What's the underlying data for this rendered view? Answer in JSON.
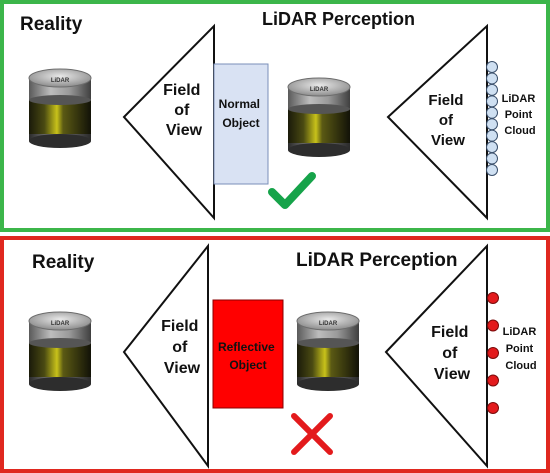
{
  "colors": {
    "correct_panel_border": "#3cb64a",
    "error_panel_border": "#e0281f",
    "normal_object_fill": "#d9e2f3",
    "reflective_object_fill": "#ff0000",
    "normal_point_fill": "#cfe0f2",
    "reflective_point_fill": "#e31a1c",
    "check_mark": "#16a34a",
    "cross_mark": "#e31a1c"
  },
  "icons": [
    "lidar-sensor-icon",
    "check-icon",
    "cross-icon"
  ],
  "top": {
    "reality_title": "Reality",
    "perception_title": "LiDAR Perception",
    "sensor_left_label": "LiDAR",
    "sensor_right_label": "LiDAR",
    "fov_left": [
      "Field",
      "of",
      "View"
    ],
    "fov_right": [
      "Field",
      "of",
      "View"
    ],
    "object_label": [
      "Normal",
      "Object"
    ],
    "cloud_label": [
      "LiDAR",
      "Point",
      "Cloud"
    ],
    "point_count": 10,
    "result": "check-icon"
  },
  "bottom": {
    "reality_title": "Reality",
    "perception_title": "LiDAR Perception",
    "sensor_left_label": "LiDAR",
    "sensor_right_label": "LiDAR",
    "fov_left": [
      "Field",
      "of",
      "View"
    ],
    "fov_right": [
      "Field",
      "of",
      "View"
    ],
    "object_label": [
      "Reflective",
      "Object"
    ],
    "cloud_label": [
      "LiDAR",
      "Point",
      "Cloud"
    ],
    "point_count": 5,
    "result": "cross-icon"
  }
}
